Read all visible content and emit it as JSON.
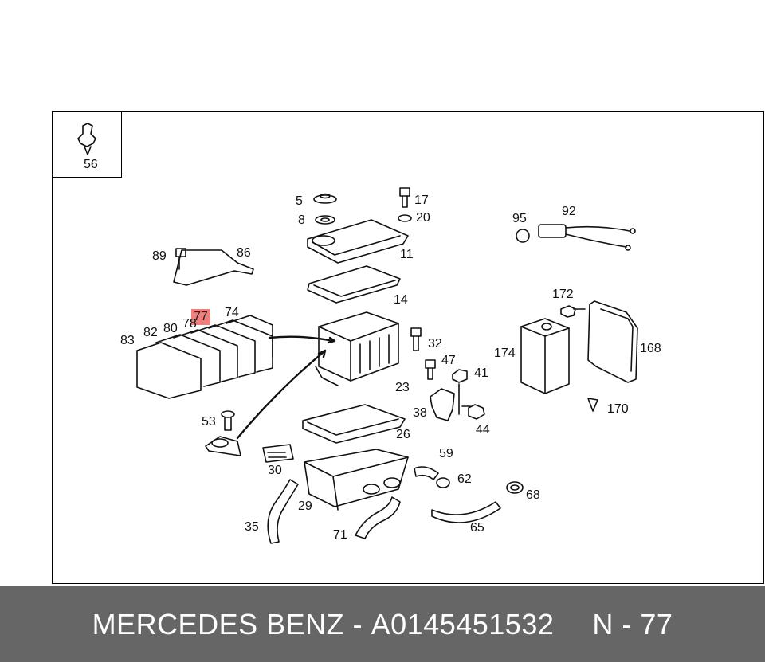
{
  "diagram": {
    "inset_label": "56",
    "callouts": {
      "c5": "5",
      "c8": "8",
      "c17": "17",
      "c20": "20",
      "c11": "11",
      "c95": "95",
      "c92": "92",
      "c89": "89",
      "c86": "86",
      "c14": "14",
      "c172": "172",
      "c77": "77",
      "c74": "74",
      "c83": "83",
      "c82": "82",
      "c80": "80",
      "c78": "78",
      "c32": "32",
      "c47": "47",
      "c41": "41",
      "c174": "174",
      "c168": "168",
      "c23": "23",
      "c38": "38",
      "c44": "44",
      "c170": "170",
      "c53": "53",
      "c26": "26",
      "c59": "59",
      "c30": "30",
      "c62": "62",
      "c68": "68",
      "c29": "29",
      "c35": "35",
      "c65": "65",
      "c71": "71"
    },
    "highlighted_part": "77",
    "highlight_color": "#f08080"
  },
  "footer": {
    "brand": "MERCEDES BENZ",
    "separator": "-",
    "part_number": "A0145451532",
    "position": "N - 77",
    "background": "#666666"
  }
}
